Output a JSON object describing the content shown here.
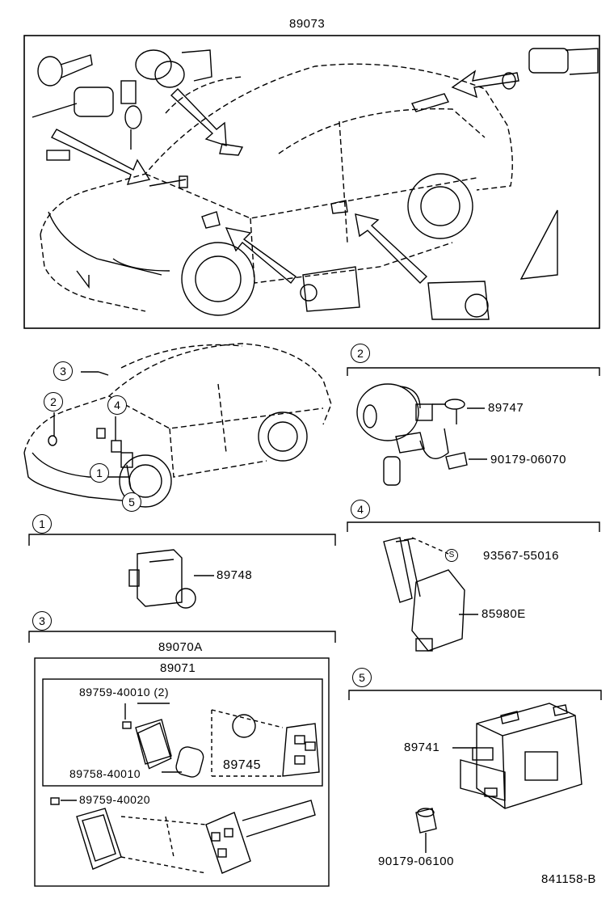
{
  "top_label": "89073",
  "callouts": {
    "c1": "1",
    "c2": "2",
    "c3": "3",
    "c4": "4",
    "c5": "5"
  },
  "section2": {
    "number": "2",
    "parts": [
      "89747",
      "90179-06070"
    ]
  },
  "section1": {
    "number": "1",
    "parts": [
      "89748"
    ]
  },
  "section4": {
    "number": "4",
    "s_mark": "S",
    "parts": [
      "93567-55016",
      "85980E"
    ]
  },
  "section3": {
    "number": "3",
    "assembly": "89070A",
    "subassembly": "89071",
    "parts": [
      "89759-40010 (2)",
      "89758-40010",
      "89745",
      "89759-40020"
    ]
  },
  "section5": {
    "number": "5",
    "parts": [
      "89741",
      "90179-06100"
    ]
  },
  "footer": "841158-B"
}
